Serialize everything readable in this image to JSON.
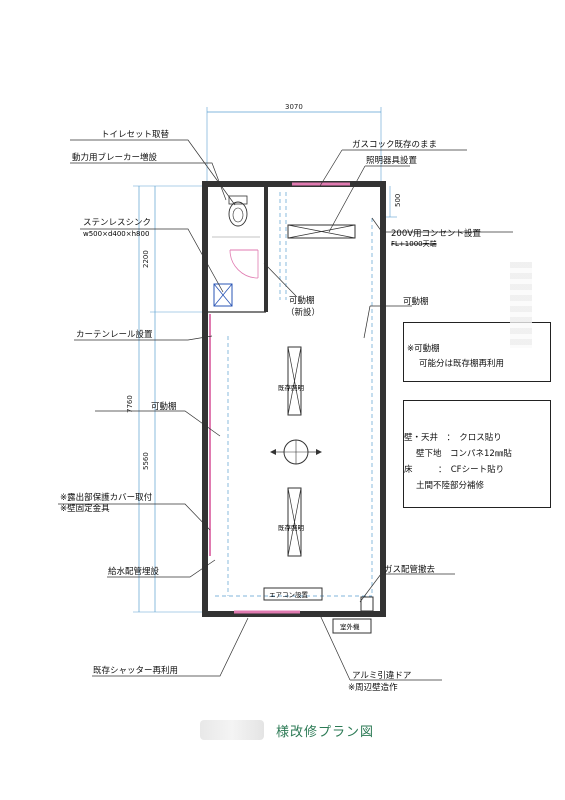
{
  "dimensions": {
    "top": "3070",
    "right_small": "500",
    "left_upper": "2200",
    "left_total": "7760",
    "left_lower": "5560"
  },
  "callouts": {
    "toilet": "トイレセット取替",
    "breaker": "動力用ブレーカー増設",
    "sink_title": "ステンレスシンク",
    "sink_size": "w500×d400×h800",
    "curtain_rail": "カーテンレール設置",
    "movable_shelf_left": "可動棚",
    "cover_1": "※露出部保護カバー取付",
    "cover_2": "※壁固定金具",
    "water_pipe": "給水配管埋設",
    "shutter": "既存シャッター再利用",
    "gas_cock": "ガスコック既存のまま",
    "lighting": "照明器具設置",
    "outlet": "200V用コンセント設置",
    "outlet_height": "FL+1000天端",
    "movable_shelf_right": "可動棚",
    "gas_pipe": "ガス配管撤去",
    "alu_door": "アルミ引違ドア",
    "alu_door_note": "※周辺壁造作"
  },
  "interior": {
    "new_shelf_1": "可動棚",
    "new_shelf_2": "（新設）",
    "light_1": "既存照明",
    "light_2": "既存照明",
    "aircon": "エアコン設置",
    "outdoor_unit": "室外機"
  },
  "notes": {
    "shelf_title": "※可動棚",
    "shelf_text": "可能分は既存棚再利用",
    "finish_1": "壁・天井　：　クロス貼り",
    "finish_2": "壁下地　コンパネ12㎜貼",
    "finish_3": "床　　　：　CFシート貼り",
    "finish_4": "土間不陸部分補修"
  },
  "title": "様改修プラン図"
}
